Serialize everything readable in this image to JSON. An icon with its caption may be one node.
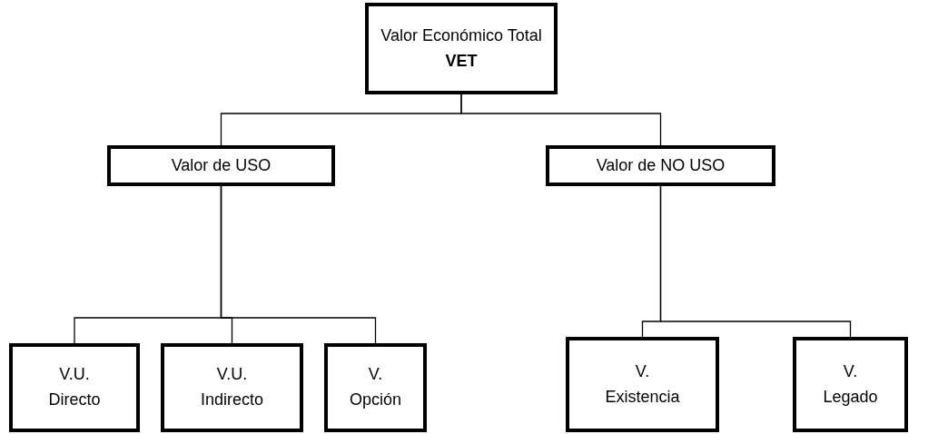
{
  "diagram": {
    "nodes": [
      {
        "text": [
          "Valor Económico Total",
          "VET"
        ]
      },
      {
        "text": [
          "Valor de USO"
        ]
      },
      {
        "text": [
          "Valor de NO USO"
        ]
      },
      {
        "text": [
          "V.U. Directo"
        ]
      },
      {
        "text": [
          "V.U. Indirecto"
        ]
      },
      {
        "text": [
          "V. Opción"
        ]
      },
      {
        "text": [
          "V. Existencia"
        ]
      },
      {
        "text": [
          "V. Legado"
        ]
      }
    ],
    "edges": [
      {
        "from": 0,
        "to": 1,
        "arrow": "none"
      },
      {
        "from": 0,
        "to": 2,
        "arrow": "none"
      },
      {
        "from": 1,
        "to": 3,
        "arrow": "none"
      },
      {
        "from": 1,
        "to": 4,
        "arrow": "none"
      },
      {
        "from": 1,
        "to": 5,
        "arrow": "none"
      },
      {
        "from": 2,
        "to": 6,
        "arrow": "none"
      },
      {
        "from": 2,
        "to": 7,
        "arrow": "none"
      }
    ]
  }
}
